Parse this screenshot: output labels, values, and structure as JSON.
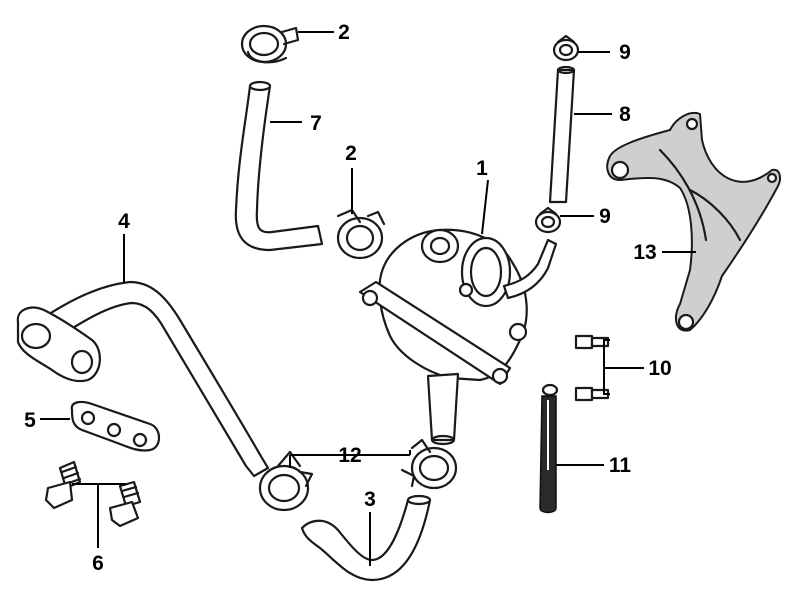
{
  "callouts": {
    "c1": "1",
    "c2a": "2",
    "c2b": "2",
    "c3": "3",
    "c4": "4",
    "c5": "5",
    "c6": "6",
    "c7": "7",
    "c8": "8",
    "c9a": "9",
    "c9b": "9",
    "c10": "10",
    "c11": "11",
    "c12": "12",
    "c13": "13"
  }
}
